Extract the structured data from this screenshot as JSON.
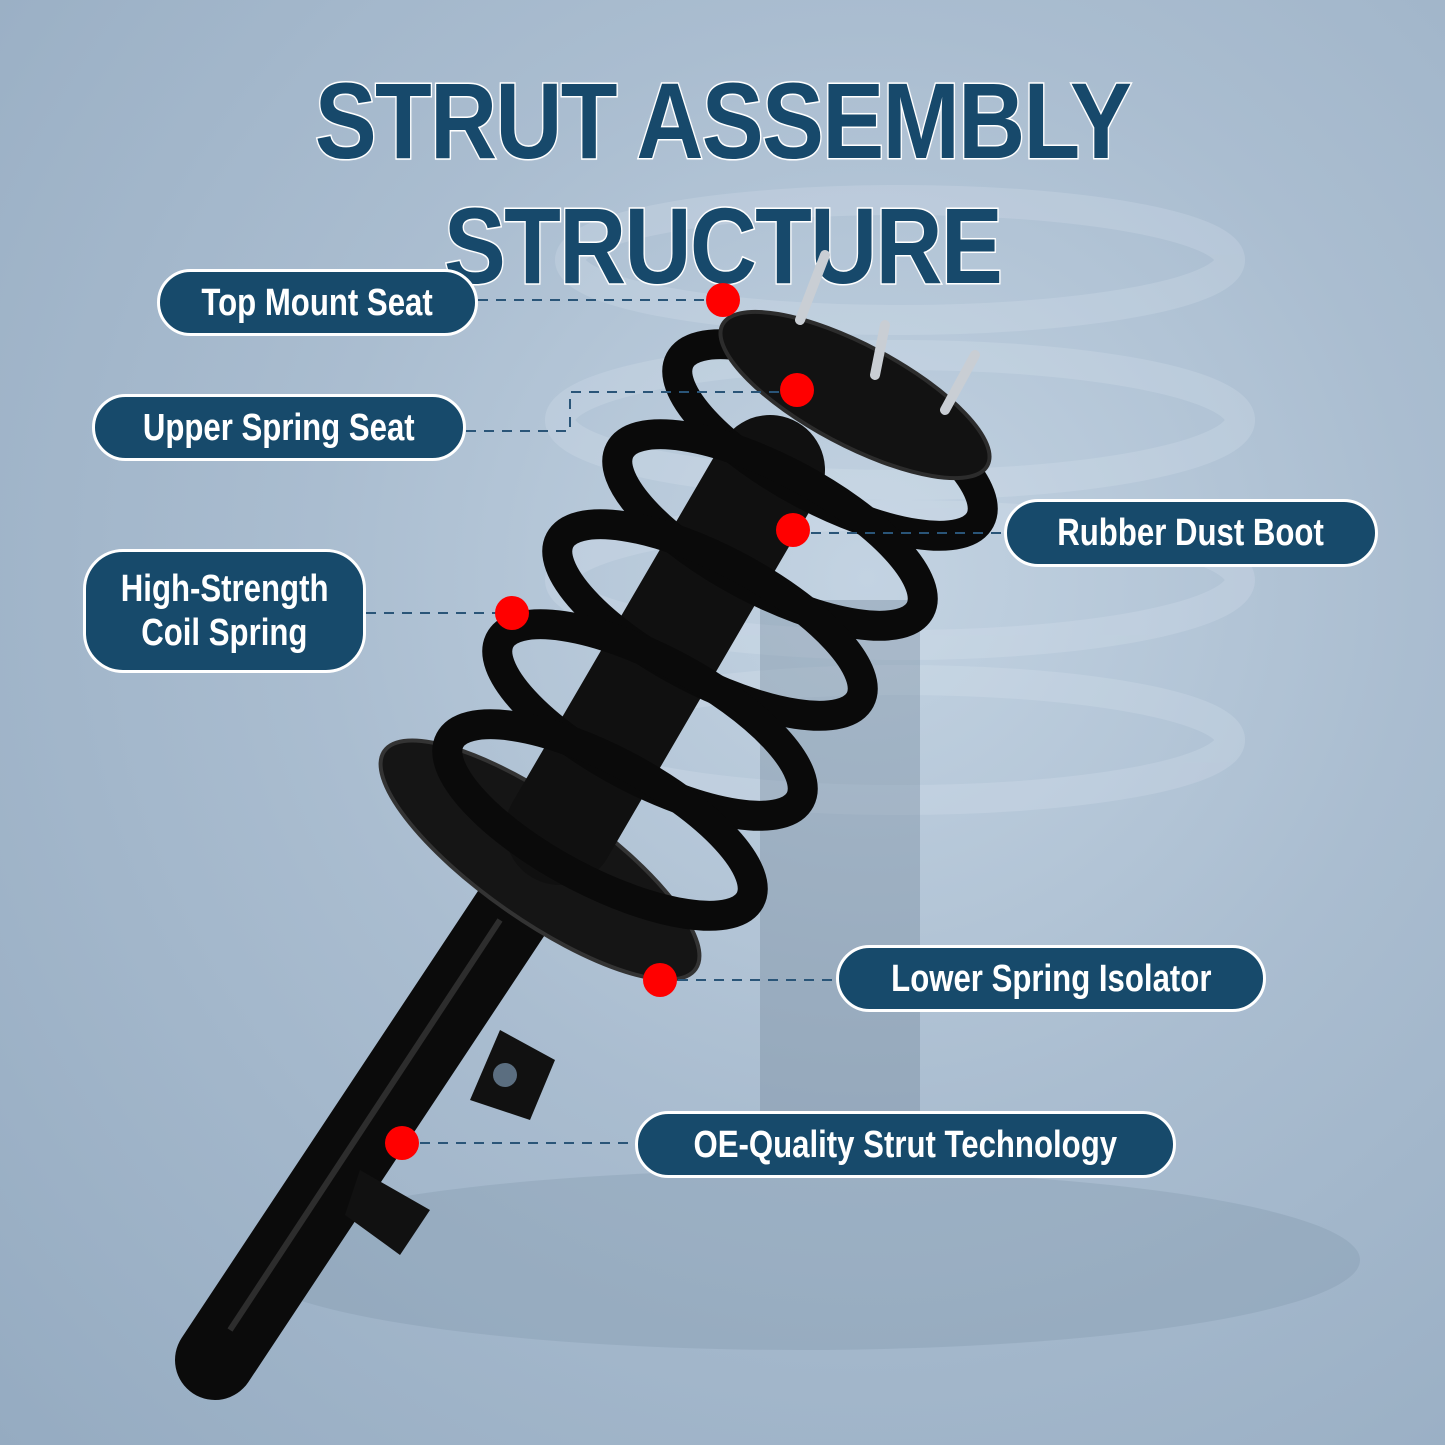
{
  "title": "STRUT ASSEMBLY STRUCTURE",
  "colors": {
    "label_bg": "#174a6b",
    "title": "#17496b",
    "marker": "#ff0000",
    "leader_line": "#2a5578"
  },
  "labels": [
    {
      "id": "top-mount-seat",
      "text": "Top Mount Seat"
    },
    {
      "id": "upper-spring-seat",
      "text": "Upper Spring Seat"
    },
    {
      "id": "rubber-dust-boot",
      "text": "Rubber Dust Boot"
    },
    {
      "id": "coil-spring",
      "line1": "High-Strength",
      "line2": "Coil Spring"
    },
    {
      "id": "lower-spring-isolator",
      "text": "Lower Spring Isolator"
    },
    {
      "id": "oe-quality",
      "text": "OE-Quality Strut Technology"
    }
  ]
}
